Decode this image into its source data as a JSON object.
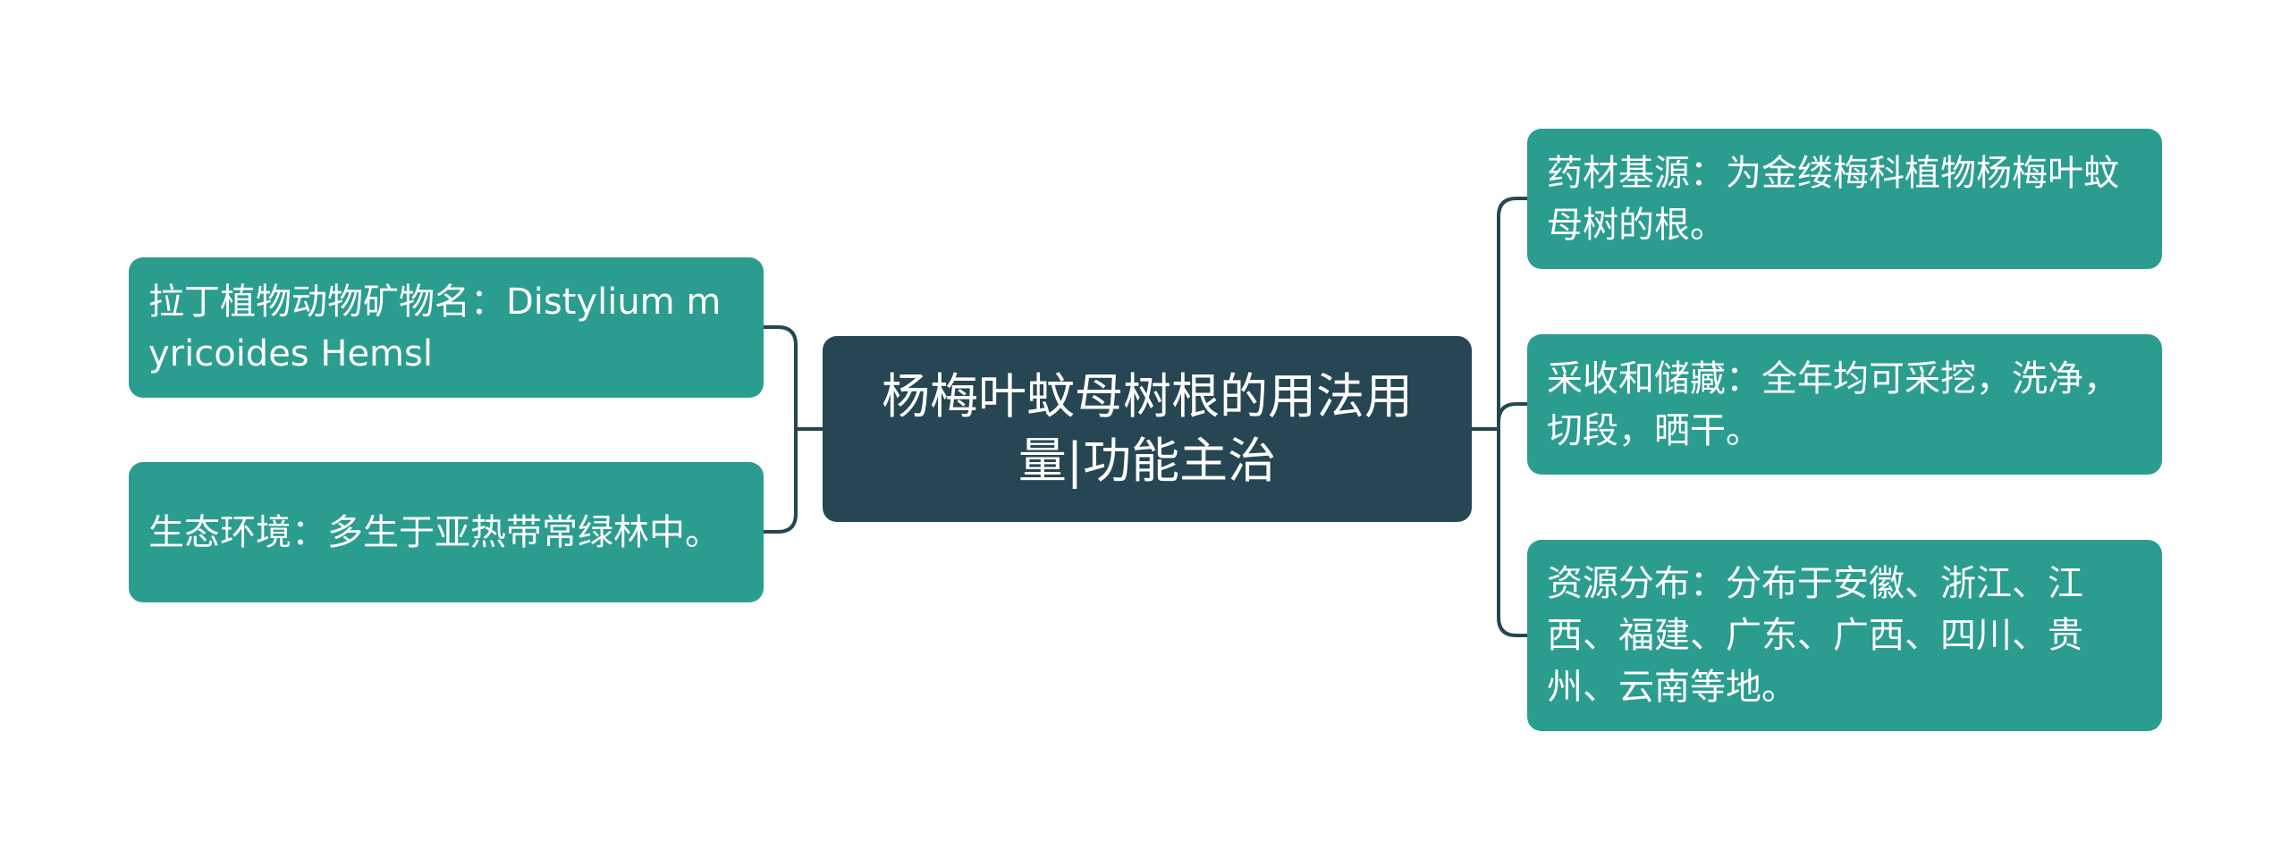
{
  "root": {
    "label": "杨梅叶蚊母树根的用法用量|功能主治"
  },
  "left_nodes": [
    {
      "label": "拉丁植物动物矿物名：Distylium myricoides Hemsl"
    },
    {
      "label": "生态环境：多生于亚热带常绿林中。"
    }
  ],
  "right_nodes": [
    {
      "label": "药材基源：为金缕梅科植物杨梅叶蚊母树的根。"
    },
    {
      "label": "采收和储藏：全年均可采挖，洗净，切段，晒干。"
    },
    {
      "label": "资源分布：分布于安徽、浙江、江西、福建、广东、广西、四川、贵州、云南等地。"
    }
  ],
  "colors": {
    "root_fill": "#264653",
    "leaf_fill": "#2a9d8f",
    "connector": "#264653",
    "text": "#ffffff"
  }
}
